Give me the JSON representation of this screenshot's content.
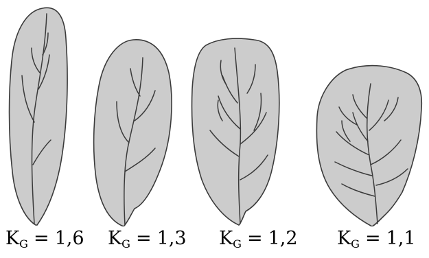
{
  "leaves": [
    {
      "symbol": "K",
      "subscript": "G",
      "equals": "=",
      "value": "1,6"
    },
    {
      "symbol": "K",
      "subscript": "G",
      "equals": "=",
      "value": "1,3"
    },
    {
      "symbol": "K",
      "subscript": "G",
      "equals": "=",
      "value": "1,2"
    },
    {
      "symbol": "K",
      "subscript": "G",
      "equals": "=",
      "value": "1,1"
    }
  ],
  "colors": {
    "leaf_fill": "#cccccc",
    "outline": "#3a3a3a",
    "vein": "#3a3a3a"
  }
}
